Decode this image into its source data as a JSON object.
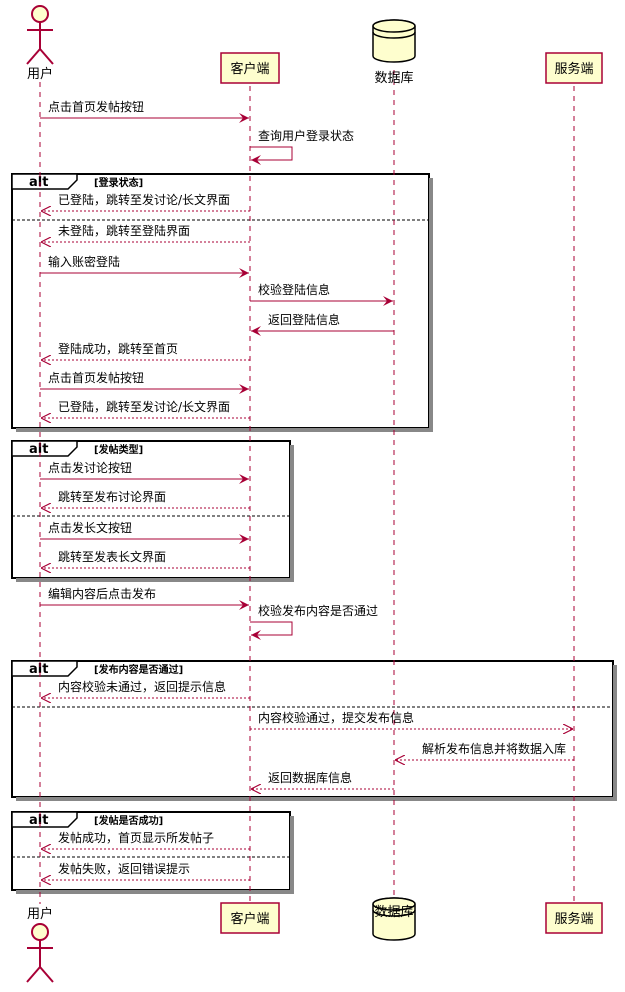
{
  "participants": [
    {
      "id": "user",
      "label": "用户",
      "type": "actor"
    },
    {
      "id": "client",
      "label": "客户端",
      "type": "participant"
    },
    {
      "id": "db",
      "label": "数据库",
      "type": "database"
    },
    {
      "id": "server",
      "label": "服务端",
      "type": "participant"
    }
  ],
  "messages": [
    {
      "from": "user",
      "to": "client",
      "text": "点击首页发帖按钮",
      "dashed": false
    },
    {
      "from": "client",
      "to": "client",
      "text": "查询用户登录状态",
      "dashed": false
    },
    {
      "from": "client",
      "to": "user",
      "text": "已登陆，跳转至发讨论/长文界面",
      "dashed": true
    },
    {
      "from": "client",
      "to": "user",
      "text": "未登陆，跳转至登陆界面",
      "dashed": true
    },
    {
      "from": "user",
      "to": "client",
      "text": "输入账密登陆",
      "dashed": false
    },
    {
      "from": "client",
      "to": "db",
      "text": "校验登陆信息",
      "dashed": false
    },
    {
      "from": "db",
      "to": "client",
      "text": "返回登陆信息",
      "dashed": false
    },
    {
      "from": "client",
      "to": "user",
      "text": "登陆成功，跳转至首页",
      "dashed": true
    },
    {
      "from": "user",
      "to": "client",
      "text": "点击首页发帖按钮",
      "dashed": false
    },
    {
      "from": "client",
      "to": "user",
      "text": "已登陆，跳转至发讨论/长文界面",
      "dashed": true
    },
    {
      "from": "user",
      "to": "client",
      "text": "点击发讨论按钮",
      "dashed": false
    },
    {
      "from": "client",
      "to": "user",
      "text": "跳转至发布讨论界面",
      "dashed": true
    },
    {
      "from": "user",
      "to": "client",
      "text": "点击发长文按钮",
      "dashed": false
    },
    {
      "from": "client",
      "to": "user",
      "text": "跳转至发表长文界面",
      "dashed": true
    },
    {
      "from": "user",
      "to": "client",
      "text": "编辑内容后点击发布",
      "dashed": false
    },
    {
      "from": "client",
      "to": "client",
      "text": "校验发布内容是否通过",
      "dashed": false
    },
    {
      "from": "client",
      "to": "user",
      "text": "内容校验未通过，返回提示信息",
      "dashed": true
    },
    {
      "from": "client",
      "to": "server",
      "text": "内容校验通过，提交发布信息",
      "dashed": true
    },
    {
      "from": "server",
      "to": "db",
      "text": "解析发布信息并将数据入库",
      "dashed": true
    },
    {
      "from": "db",
      "to": "client",
      "text": "返回数据库信息",
      "dashed": true
    },
    {
      "from": "client",
      "to": "user",
      "text": "发帖成功，首页显示所发帖子",
      "dashed": true
    },
    {
      "from": "client",
      "to": "user",
      "text": "发帖失败，返回错误提示",
      "dashed": true
    }
  ],
  "fragments": [
    {
      "kind": "alt",
      "condition": "[登录状态]"
    },
    {
      "kind": "alt",
      "condition": "[发帖类型]"
    },
    {
      "kind": "alt",
      "condition": "[发布内容是否通过]"
    },
    {
      "kind": "alt",
      "condition": "[发帖是否成功]"
    }
  ],
  "colors": {
    "arrow": "#a80036",
    "box_fill": "#fefece",
    "box_stroke": "#a80036",
    "frame": "#000000",
    "lifeline": "#a80036"
  }
}
